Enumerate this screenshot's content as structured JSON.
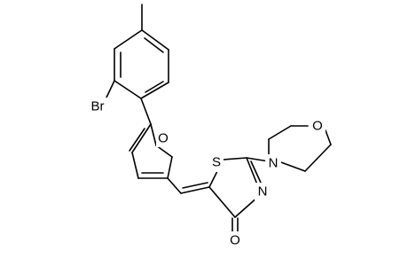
{
  "molecule": {
    "atom_labels": {
      "bromine": "Br",
      "furan_oxygen": "O",
      "thiazole_sulfur": "S",
      "thiazole_nitrogen": "N",
      "morpholine_nitrogen": "N",
      "morpholine_oxygen": "O",
      "carbonyl_oxygen": "O"
    },
    "colors": {
      "bond": "#000000",
      "label": "#000000",
      "background": "#ffffff"
    }
  }
}
